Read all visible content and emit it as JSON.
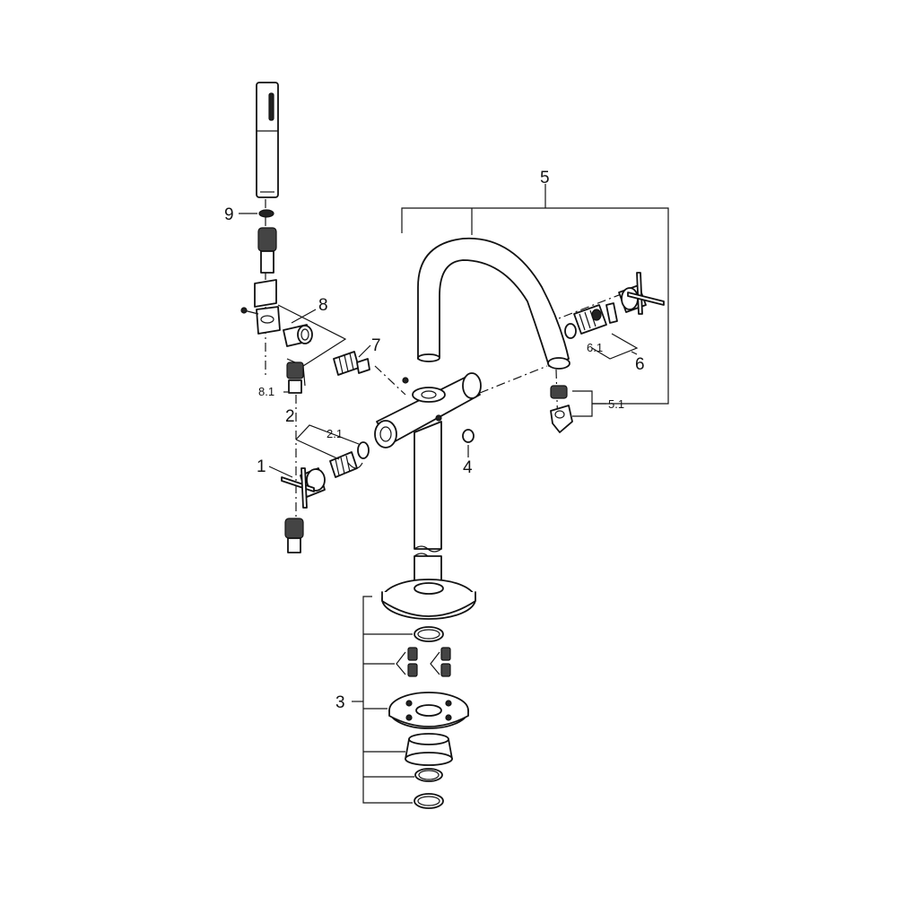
{
  "callouts": {
    "c1": "1",
    "c2": "2",
    "c2_1": "2.1",
    "c3": "3",
    "c4": "4",
    "c5": "5",
    "c5_1": "5.1",
    "c6": "6",
    "c6_1": "6.1",
    "c7": "7",
    "c8": "8",
    "c8_1": "8.1",
    "c9": "9"
  },
  "colors": {
    "stroke": "#111111",
    "background": "#ffffff"
  }
}
